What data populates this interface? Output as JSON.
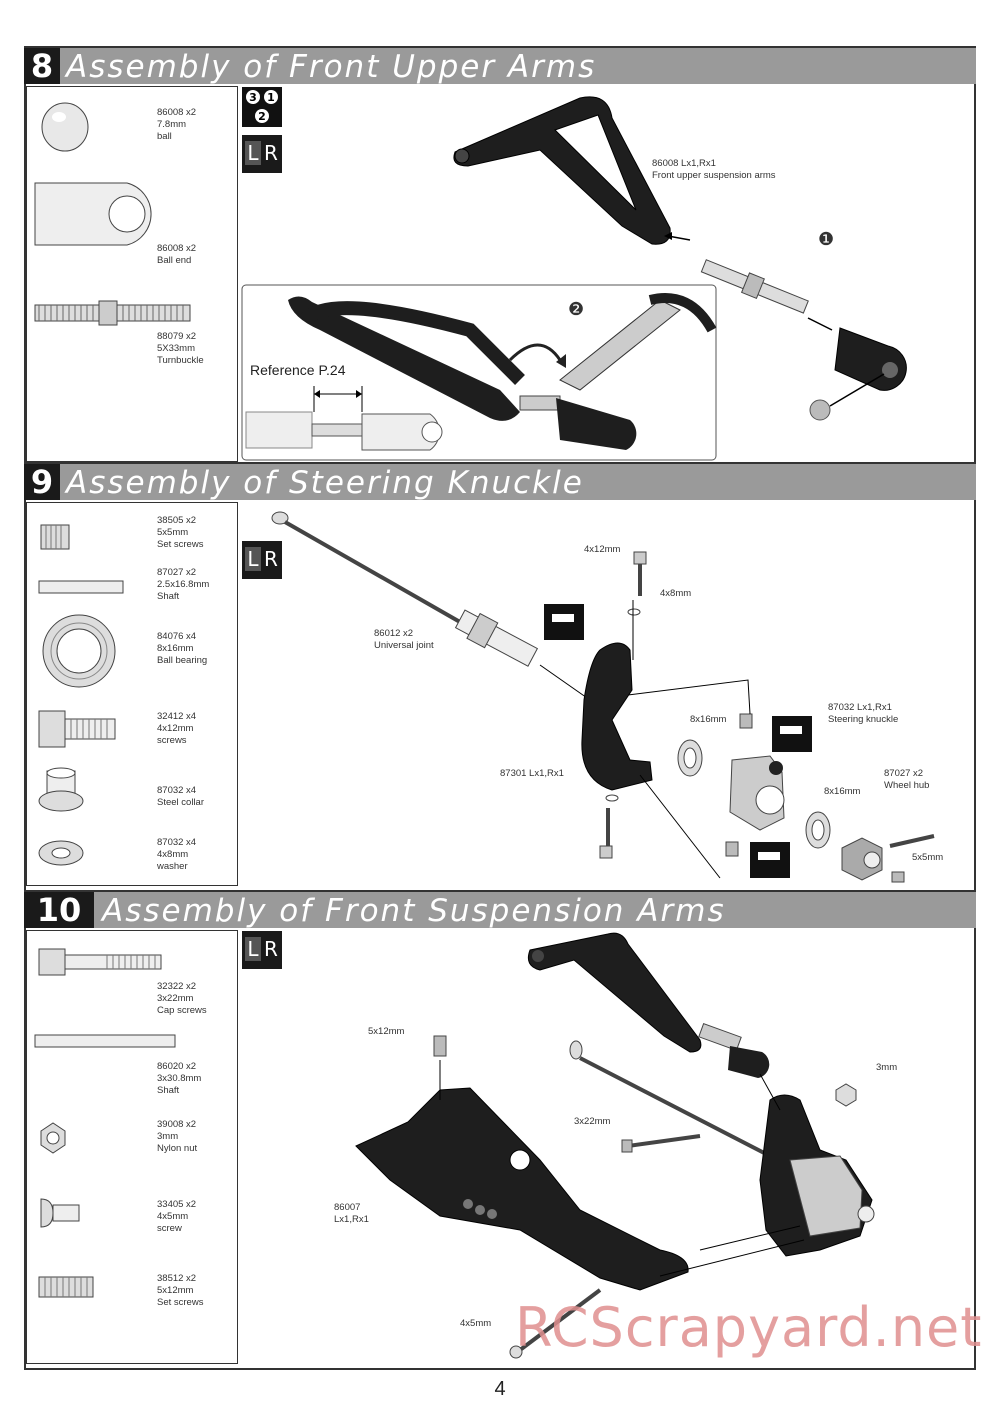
{
  "page_number": "4",
  "watermark": "RCScrapyard.net",
  "steps": [
    {
      "number": "8",
      "title": "Assembly of Front Upper Arms"
    },
    {
      "number": "9",
      "title": "Assembly of Steering Knuckle"
    },
    {
      "number": "10",
      "title": "Assembly of Front Suspension Arms"
    }
  ],
  "lr": {
    "l": "L",
    "r": "R"
  },
  "step8": {
    "parts": [
      {
        "code": "86008  x2",
        "desc": "7.8mm\nball"
      },
      {
        "code": "86008  x2",
        "desc": "Ball end"
      },
      {
        "code": "88079  x2",
        "desc": "5X33mm\nTurnbuckle"
      }
    ],
    "order_badge": [
      "3",
      "1",
      "2"
    ],
    "arm_label": "86008  Lx1,Rx1\nFront upper suspension arms",
    "callout_1": "❶",
    "callout_2": "❷",
    "reference": "Reference  P.24"
  },
  "step9": {
    "parts": [
      {
        "code": "38505  x2",
        "desc": "5x5mm\nSet screws"
      },
      {
        "code": "87027  x2",
        "desc": "2.5x16.8mm\nShaft"
      },
      {
        "code": "84076  x4",
        "desc": "8x16mm\nBall bearing"
      },
      {
        "code": "32412  x4",
        "desc": "4x12mm\nscrews"
      },
      {
        "code": "87032  x4",
        "desc": "Steel collar"
      },
      {
        "code": "87032  x4",
        "desc": "4x8mm\nwasher"
      }
    ],
    "labels": {
      "screw_4x12": "4x12mm",
      "washer_4x8": "4x8mm",
      "universal": "86012  x2\nUniversal joint",
      "bearing_a": "8x16mm",
      "knuckle": "87032  Lx1,Rx1\nSteering knuckle",
      "carrier": "87301  Lx1,Rx1",
      "bearing_b": "8x16mm",
      "hub": "87027  x2\nWheel hub",
      "setscrew": "5x5mm"
    }
  },
  "step10": {
    "parts": [
      {
        "code": "32322  x2",
        "desc": "3x22mm\nCap screws"
      },
      {
        "code": "86020  x2",
        "desc": "3x30.8mm\nShaft"
      },
      {
        "code": "39008  x2",
        "desc": "3mm\nNylon nut"
      },
      {
        "code": "33405  x2",
        "desc": "4x5mm\nscrew"
      },
      {
        "code": "38512  x2",
        "desc": "5x12mm\nSet screws"
      }
    ],
    "labels": {
      "setscrew_5x12": "5x12mm",
      "nut_3": "3mm",
      "capscrew_3x22": "3x22mm",
      "arm": "86007\nLx1,Rx1",
      "screw_4x5": "4x5mm"
    }
  }
}
